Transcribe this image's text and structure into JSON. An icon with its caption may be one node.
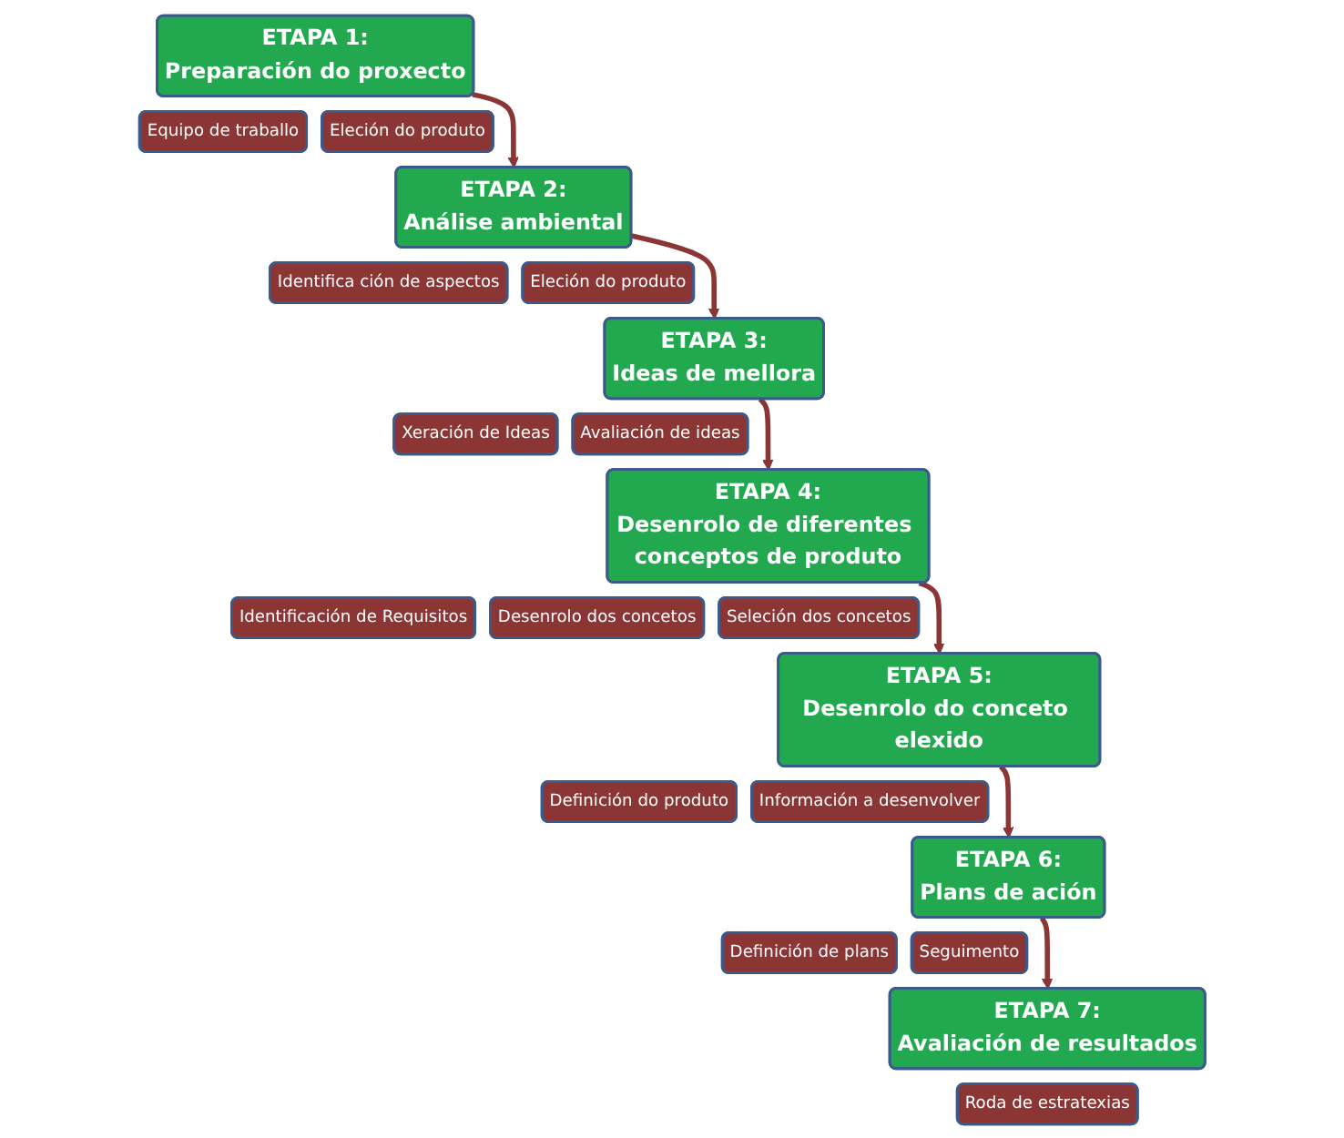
{
  "diagram": {
    "nodes": [
      {
        "text": [
          "ETAPA 1:",
          "Preparación do proxecto"
        ]
      },
      {
        "text": [
          "Equipo de traballo"
        ]
      },
      {
        "text": [
          "Eleción do produto"
        ]
      },
      {
        "text": [
          "ETAPA 2:",
          "Análise ambiental"
        ]
      },
      {
        "text": [
          "Identifica ción de aspectos"
        ]
      },
      {
        "text": [
          "Eleción do produto"
        ]
      },
      {
        "text": [
          "ETAPA 3:",
          "Ideas de mellora"
        ]
      },
      {
        "text": [
          "Xeración de Ideas"
        ]
      },
      {
        "text": [
          "Avaliación de ideas"
        ]
      },
      {
        "text": [
          "ETAPA 4:",
          "Desenrolo de diferentes conceptos de produto"
        ]
      },
      {
        "text": [
          "Identificación de Requisitos"
        ]
      },
      {
        "text": [
          "Desenrolo dos concetos"
        ]
      },
      {
        "text": [
          "Seleción dos concetos"
        ]
      },
      {
        "text": [
          "ETAPA 5:",
          "Desenrolo do conceto elexido"
        ]
      },
      {
        "text": [
          "Definición do produto"
        ]
      },
      {
        "text": [
          "Información a desenvolver"
        ]
      },
      {
        "text": [
          "ETAPA 6:",
          "Plans de ación"
        ]
      },
      {
        "text": [
          "Definición de plans"
        ]
      },
      {
        "text": [
          "Seguimento"
        ]
      },
      {
        "text": [
          "ETAPA 7:",
          "Avaliación de resultados"
        ]
      },
      {
        "text": [
          "Roda de estratexias"
        ]
      }
    ],
    "edges": [
      {
        "from": 0,
        "to": 3,
        "arrow": "to"
      },
      {
        "from": 3,
        "to": 6,
        "arrow": "to"
      },
      {
        "from": 6,
        "to": 9,
        "arrow": "to"
      },
      {
        "from": 9,
        "to": 13,
        "arrow": "to"
      },
      {
        "from": 13,
        "to": 16,
        "arrow": "to"
      },
      {
        "from": 16,
        "to": 19,
        "arrow": "to"
      }
    ]
  }
}
